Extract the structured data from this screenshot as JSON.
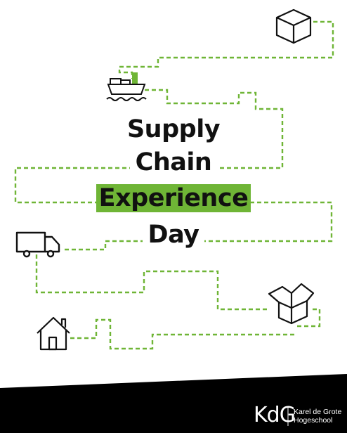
{
  "title": {
    "line1": "Supply",
    "line2": "Chain",
    "line3": "Experience",
    "line4": "Day"
  },
  "footer": {
    "logo": "KdG",
    "name_line1": "Karel de Grote",
    "name_line2": "Hogeschool"
  },
  "colors": {
    "accent": "#6fb536",
    "ink": "#111111",
    "footer_bg": "#000000"
  },
  "icons": [
    "box-icon",
    "ship-icon",
    "truck-icon",
    "open-box-icon",
    "house-icon"
  ]
}
